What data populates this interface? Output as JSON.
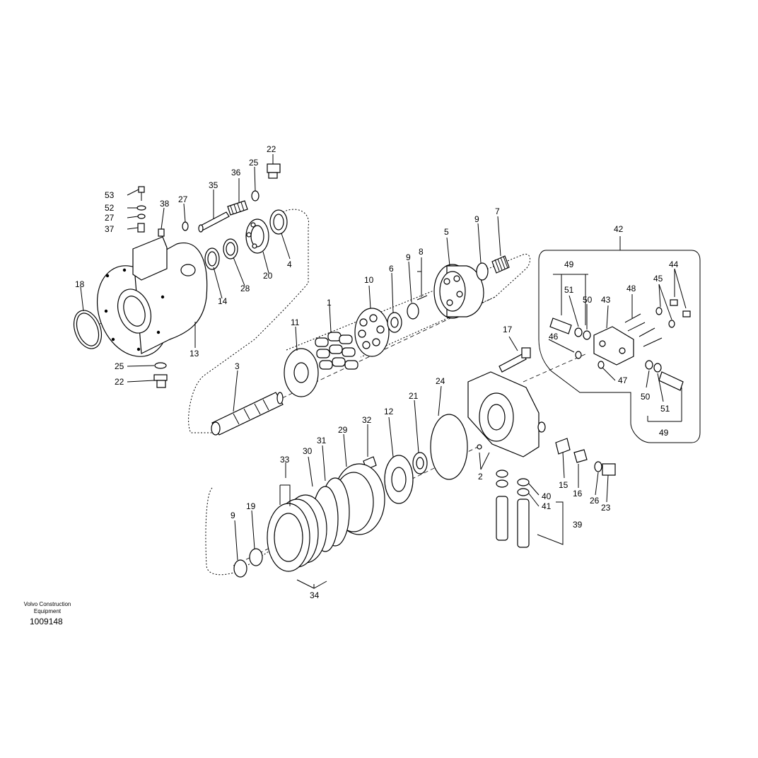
{
  "footer": {
    "brand_line1": "Volvo Construction",
    "brand_line2": "Equipment",
    "doc_number": "1009148"
  },
  "callouts": [
    "1",
    "2",
    "3",
    "4",
    "5",
    "6",
    "7",
    "8",
    "9",
    "10",
    "11",
    "12",
    "13",
    "14",
    "15",
    "16",
    "17",
    "18",
    "19",
    "20",
    "21",
    "22",
    "23",
    "24",
    "25",
    "26",
    "27",
    "28",
    "29",
    "30",
    "31",
    "32",
    "33",
    "34",
    "35",
    "36",
    "37",
    "38",
    "39",
    "40",
    "41",
    "42",
    "43",
    "44",
    "45",
    "46",
    "47",
    "48",
    "49",
    "50",
    "51",
    "52",
    "53"
  ]
}
